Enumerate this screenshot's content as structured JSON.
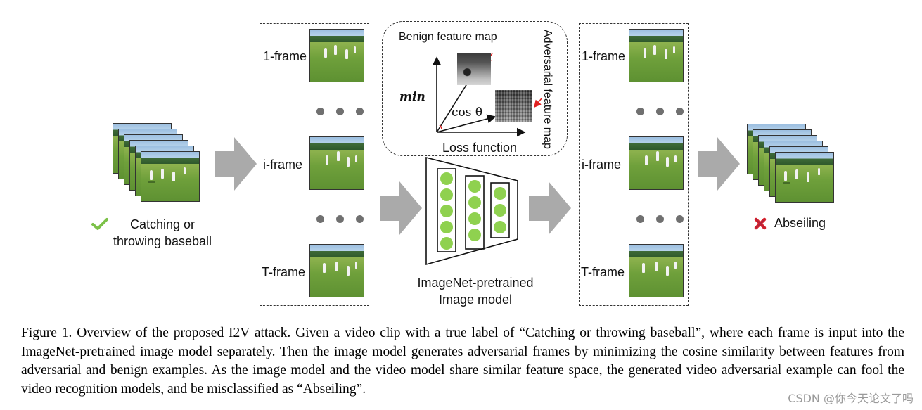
{
  "figure": {
    "input_label": "Catching or\nthrowing baseball",
    "output_label": "Abseiling",
    "frames_left": {
      "first": "1-frame",
      "middle": "i-frame",
      "last": "T-frame"
    },
    "frames_right": {
      "first": "1-frame",
      "middle": "i-frame",
      "last": "T-frame"
    },
    "loss_panel": {
      "benign_label": "Benign feature map",
      "adversarial_label": "Adversarial feature map",
      "min_label": "min",
      "cos_label": "cos θ",
      "loss_label": "Loss function"
    },
    "model_label": "ImageNet-pretrained\nImage model",
    "colors": {
      "check": "#7cc148",
      "cross": "#d9202a",
      "arrow": "#aaaaaa",
      "neuron": "#8fd14f",
      "red_pointer": "#e02020"
    }
  },
  "caption": "Figure 1. Overview of the proposed I2V attack. Given a video clip with a true label of “Catching or throwing baseball”, where each frame is input into the ImageNet-pretrained image model separately. Then the image model generates adversarial frames by minimizing the cosine similarity between features from adversarial and benign examples. As the image model and the video model share similar feature space, the generated video adversarial example can fool the video recognition models, and be misclassified as “Abseiling”.",
  "watermark": "CSDN @你今天论文了吗"
}
